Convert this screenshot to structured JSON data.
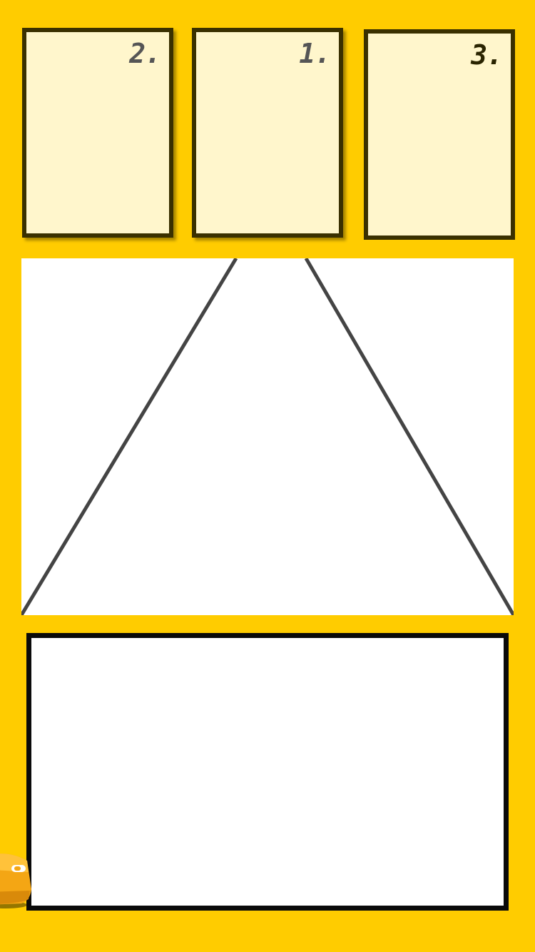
{
  "podium": {
    "slots": [
      {
        "rank_label": "2."
      },
      {
        "rank_label": "1."
      },
      {
        "rank_label": "3."
      }
    ]
  },
  "colors": {
    "background": "#FFCC00",
    "card_fill": "#FFF6CC",
    "card_border": "#3A3000",
    "panel": "#FFFFFF",
    "line": "#444444"
  },
  "icons": {
    "vehicle": "yellow-car-icon"
  }
}
